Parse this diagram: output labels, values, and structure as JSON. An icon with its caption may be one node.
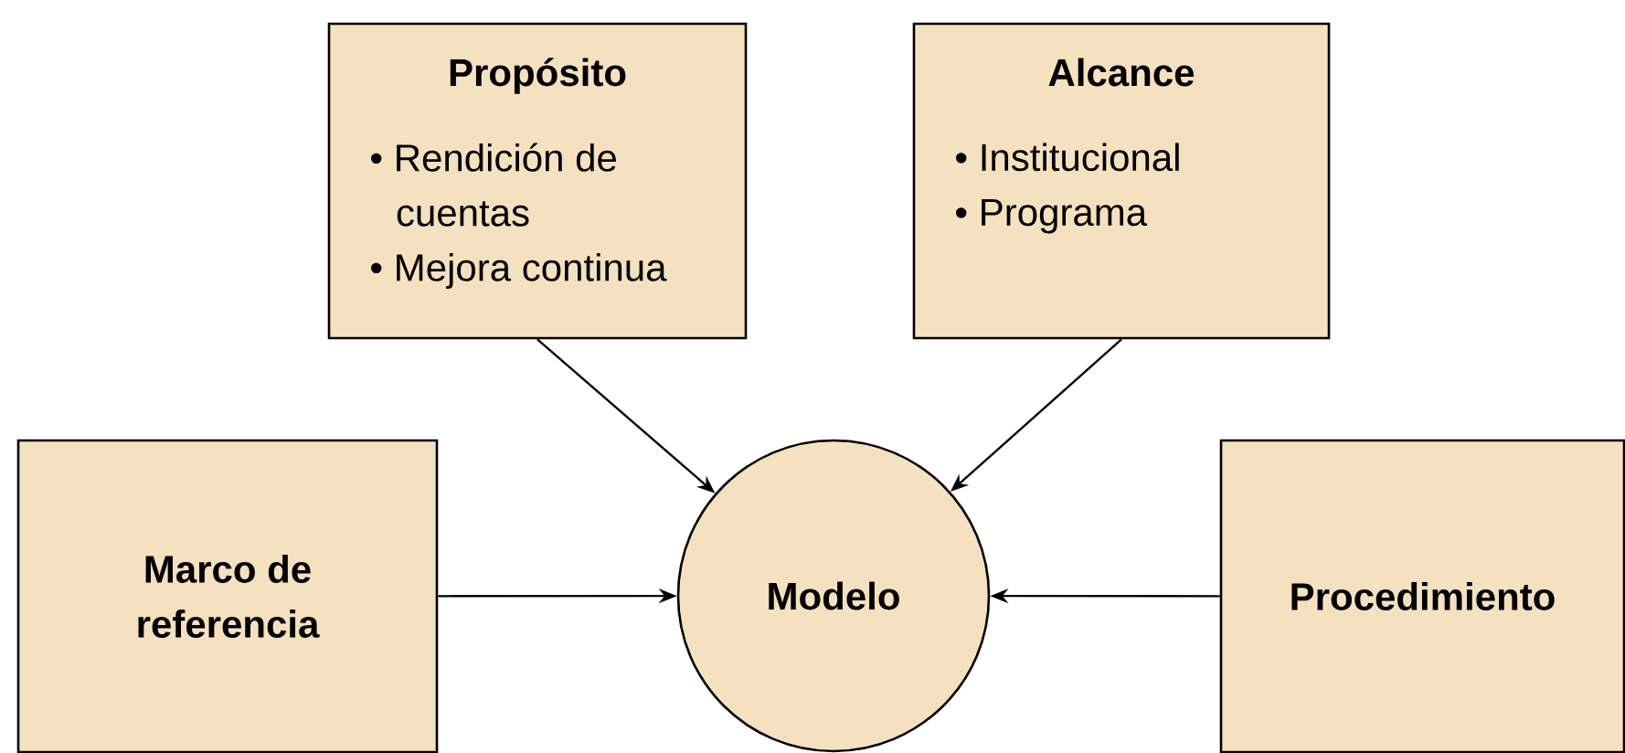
{
  "diagram": {
    "nodes": [
      {
        "text": [
          "Propósito",
          "• Rendición de cuentas",
          "• Mejora continua"
        ]
      },
      {
        "text": [
          "Alcance",
          "• Institucional",
          "• Programa"
        ]
      },
      {
        "text": [
          "Marco de referencia"
        ]
      },
      {
        "text": [
          "Modelo"
        ]
      },
      {
        "text": [
          "Procedimiento"
        ]
      }
    ],
    "edges": [
      {
        "from": 0,
        "to": 3,
        "arrow": "to"
      },
      {
        "from": 1,
        "to": 3,
        "arrow": "to"
      },
      {
        "from": 2,
        "to": 3,
        "arrow": "to"
      },
      {
        "from": 4,
        "to": 3,
        "arrow": "to"
      }
    ]
  }
}
